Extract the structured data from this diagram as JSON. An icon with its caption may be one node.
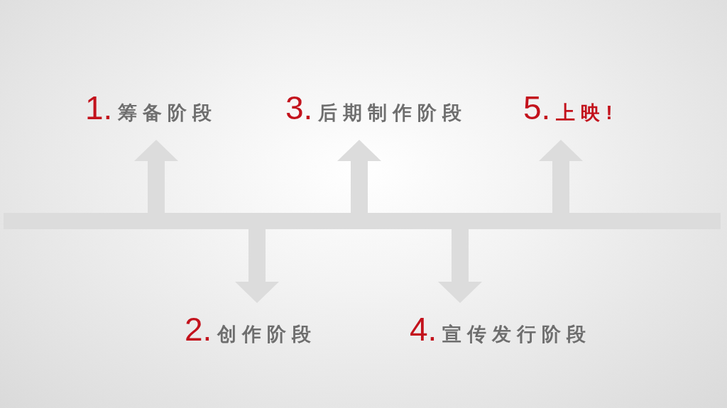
{
  "diagram": {
    "nodes": [
      {
        "text": [],
        "shape": "bar"
      },
      {
        "text": [
          "1.",
          "筹备阶段"
        ]
      },
      {
        "text": [
          "2.",
          "创作阶段"
        ]
      },
      {
        "text": [
          "3.",
          "后期制作阶段"
        ]
      },
      {
        "text": [
          "4.",
          "宣传发行阶段"
        ]
      },
      {
        "text": [
          "5.",
          "上映!"
        ]
      }
    ],
    "edges": [
      {
        "from": 0,
        "to": 1,
        "arrow": "to"
      },
      {
        "from": 0,
        "to": 2,
        "arrow": "to"
      },
      {
        "from": 0,
        "to": 3,
        "arrow": "to"
      },
      {
        "from": 0,
        "to": 4,
        "arrow": "to"
      },
      {
        "from": 0,
        "to": 5,
        "arrow": "to"
      }
    ]
  }
}
